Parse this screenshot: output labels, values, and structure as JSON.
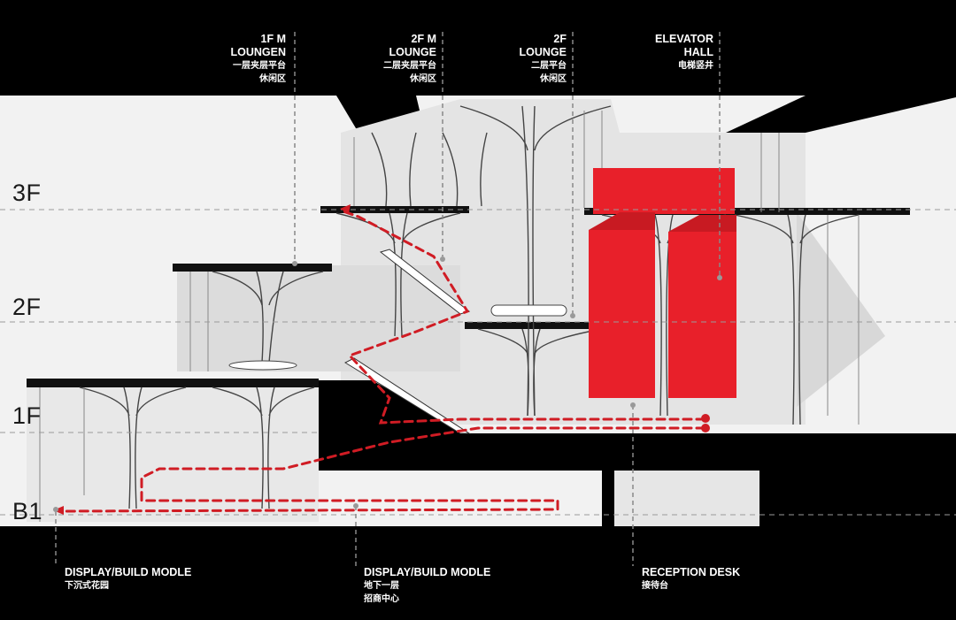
{
  "floors": [
    {
      "id": "3F",
      "label": "3F"
    },
    {
      "id": "2F",
      "label": "2F"
    },
    {
      "id": "1F",
      "label": "1F"
    },
    {
      "id": "B1",
      "label": "B1"
    }
  ],
  "top_callouts": [
    {
      "en": [
        "1F M",
        "LOUNGEN"
      ],
      "zh": [
        "一层夹层平台",
        "休闲区"
      ]
    },
    {
      "en": [
        "2F M",
        "LOUNGE"
      ],
      "zh": [
        "二层夹层平台",
        "休闲区"
      ]
    },
    {
      "en": [
        "2F",
        "LOUNGE"
      ],
      "zh": [
        "二层平台",
        "休闲区"
      ]
    },
    {
      "en": [
        "ELEVATOR",
        "HALL"
      ],
      "zh": [
        "电梯竖井"
      ]
    }
  ],
  "bottom_callouts": [
    {
      "en": "DISPLAY/BUILD MODLE",
      "zh": [
        "下沉式花园"
      ]
    },
    {
      "en": "DISPLAY/BUILD MODLE",
      "zh": [
        "地下一层",
        "招商中心"
      ]
    },
    {
      "en": "RECEPTION DESK",
      "zh": [
        "接待台"
      ]
    }
  ],
  "colors": {
    "background": "#000000",
    "section_fill": "#f0f0f0",
    "structure_line": "#333333",
    "elevator": "#e8202a",
    "path": "#d01c24",
    "leader": "#888888"
  }
}
